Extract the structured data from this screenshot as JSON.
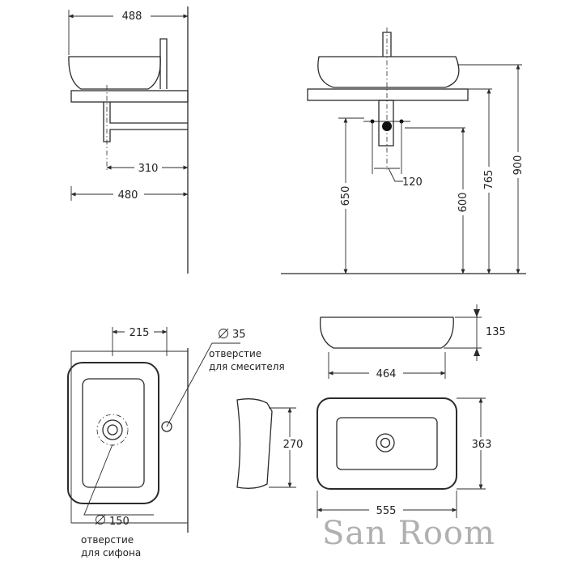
{
  "dimensions": {
    "side_width": "488",
    "side_drain_offset": "310",
    "side_counter_depth": "480",
    "front_height_650": "650",
    "front_drain_spacing": "120",
    "front_height_600": "600",
    "front_height_765": "765",
    "front_height_900": "900",
    "plan_half_width": "215",
    "mixer_hole_size": "35",
    "siphon_hole_size": "150",
    "bowl_height": "135",
    "bowl_top_width": "464",
    "bowl_side_depth": "270",
    "bowl_plan_depth": "363",
    "bowl_plan_width": "555"
  },
  "labels": {
    "mixer_hole_line1": "отверстие",
    "mixer_hole_line2": "для смесителя",
    "siphon_hole_line1": "отверстие",
    "siphon_hole_line2": "для сифона"
  },
  "watermark": "San Room"
}
